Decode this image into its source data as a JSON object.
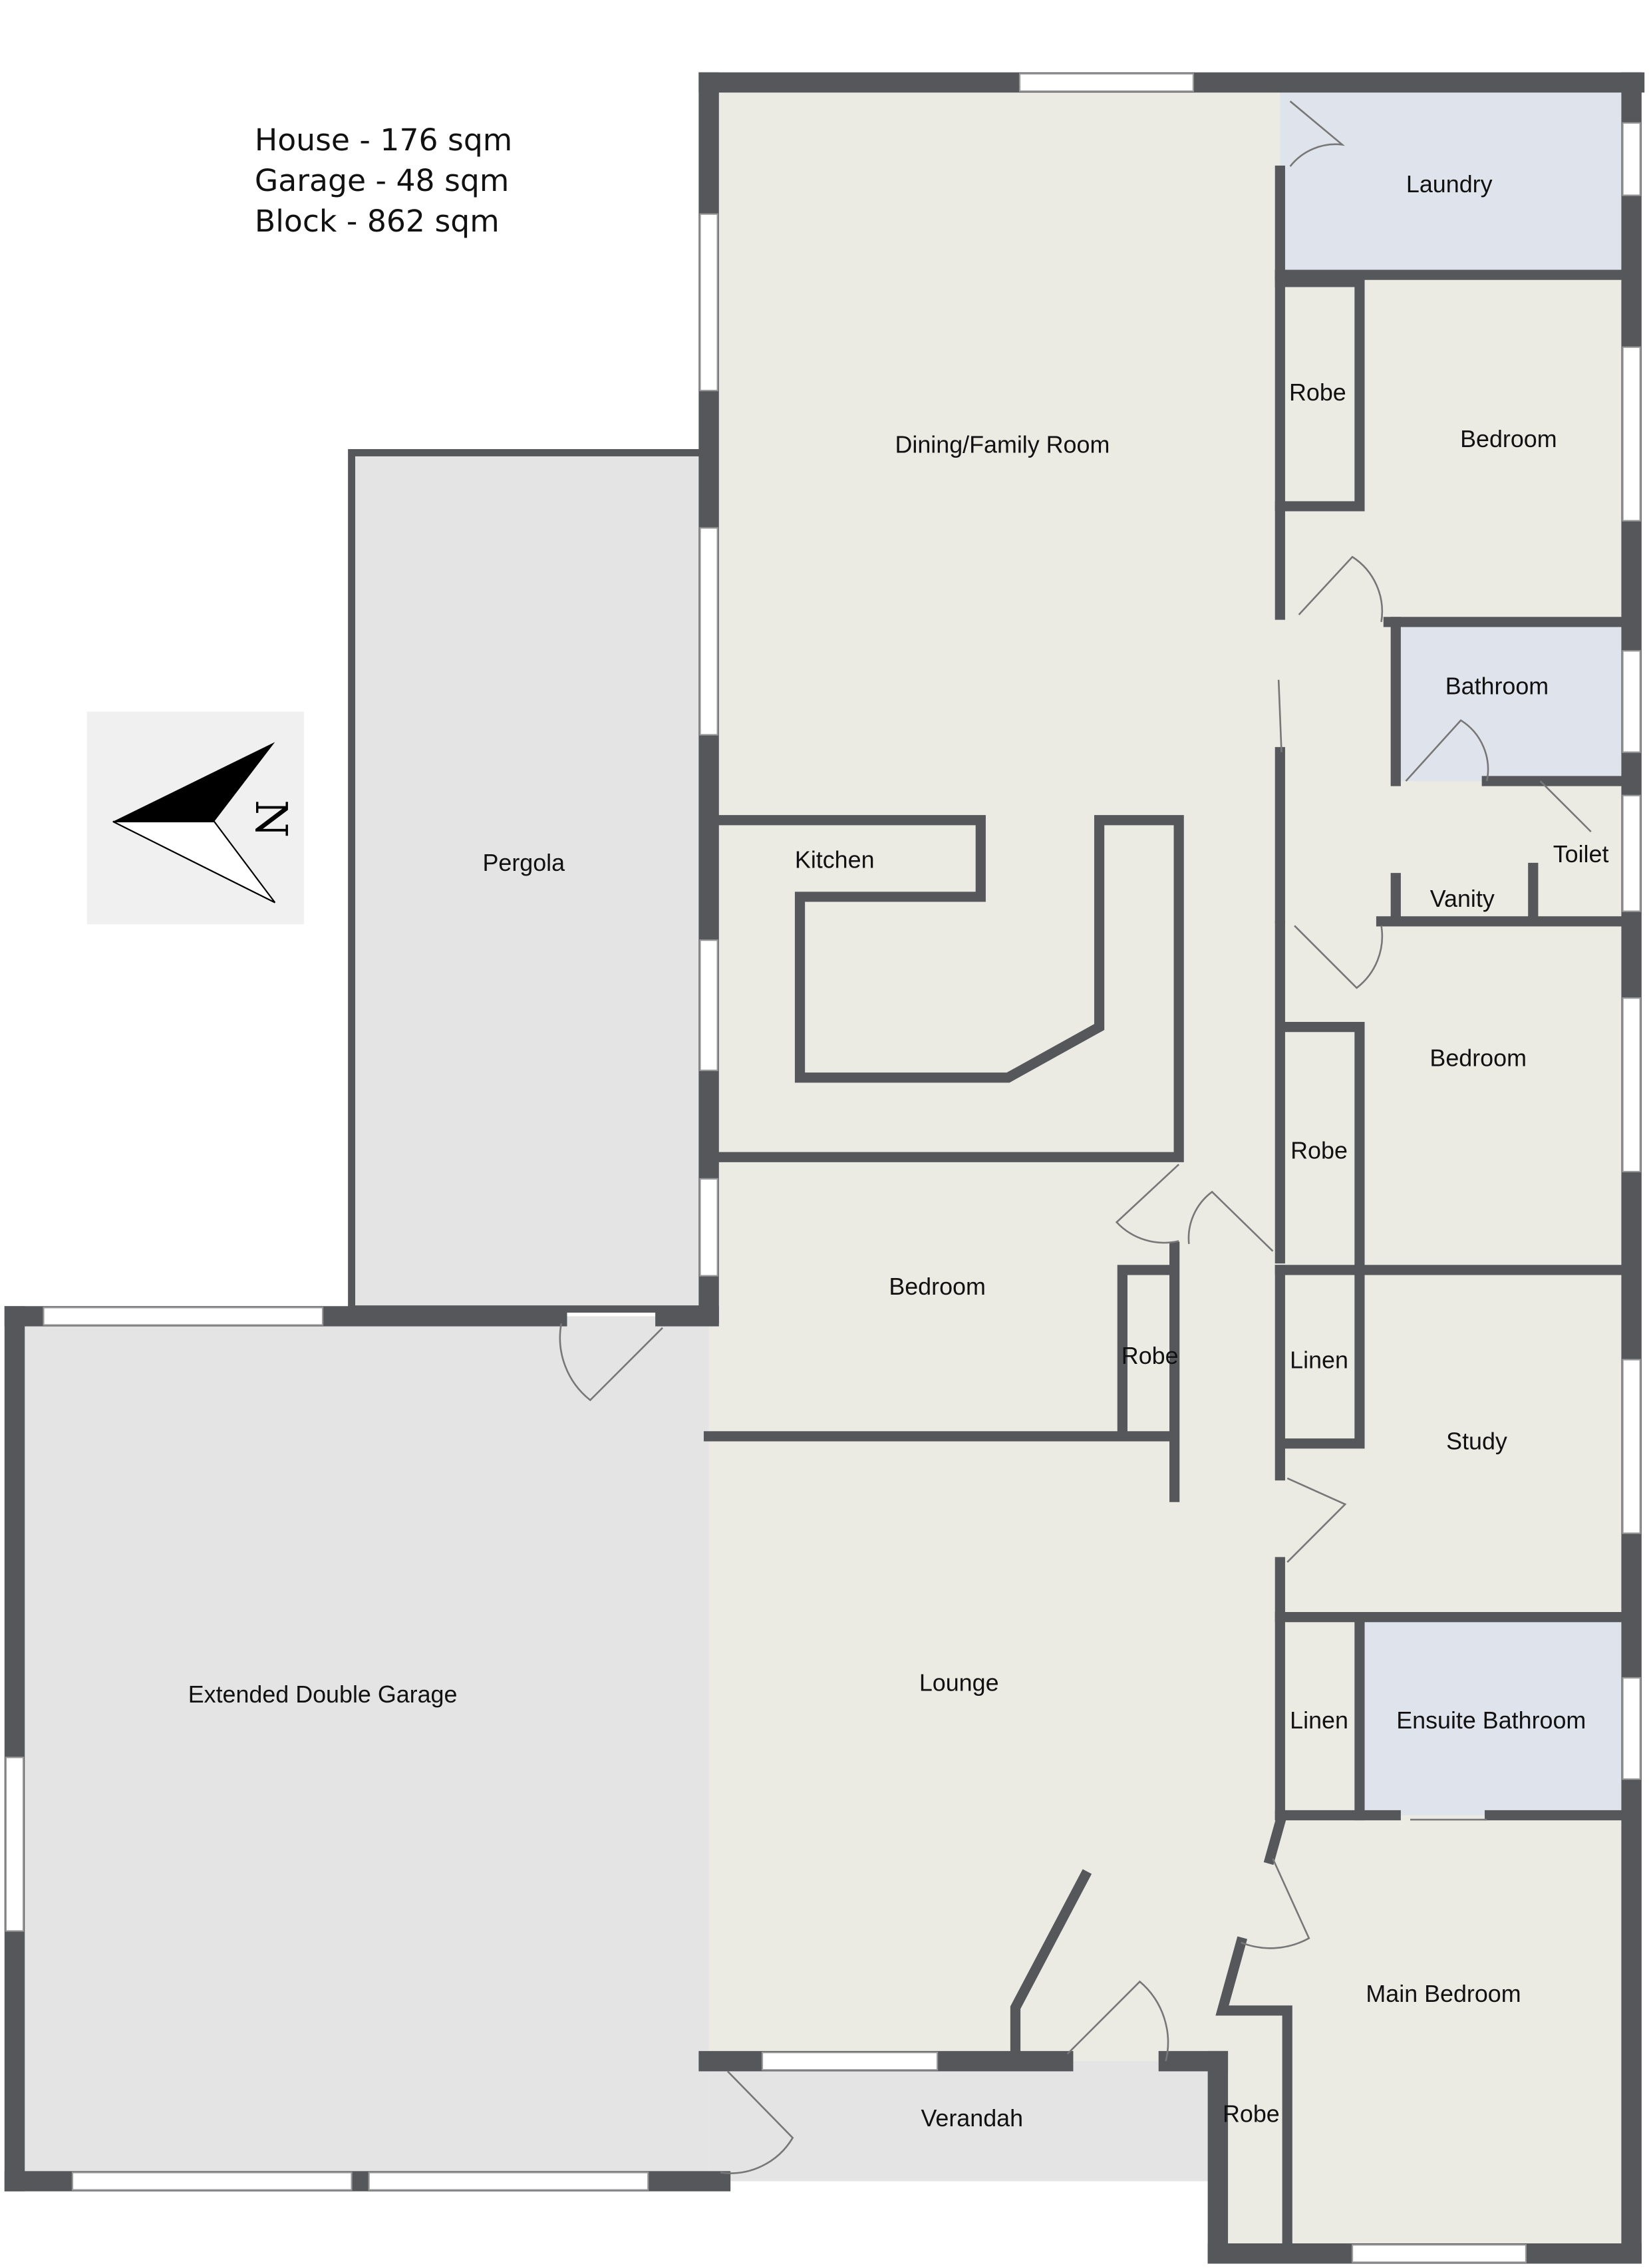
{
  "summary": [
    "House - 176 sqm",
    "Garage - 48 sqm",
    "Block - 862 sqm"
  ],
  "compass": {
    "label": "N",
    "icon": "north-arrow-icon"
  },
  "rooms": {
    "laundry": "Laundry",
    "dining": "Dining/Family Room",
    "robe1": "Robe",
    "bedroom1": "Bedroom",
    "bathroom": "Bathroom",
    "toilet": "Toilet",
    "vanity": "Vanity",
    "pergola": "Pergola",
    "kitchen": "Kitchen",
    "bedroom2": "Bedroom",
    "robe2": "Robe",
    "bedroom3": "Bedroom",
    "robe3": "Robe",
    "linen1": "Linen",
    "study": "Study",
    "garage": "Extended Double Garage",
    "lounge": "Lounge",
    "linen2": "Linen",
    "ensuite": "Ensuite Bathroom",
    "main_bedroom": "Main Bedroom",
    "verandah": "Verandah",
    "robe4": "Robe"
  },
  "colors": {
    "wall": "#55575b",
    "floor": "#ebebe4",
    "garage": "#e4e4e4",
    "wet": "#dfe4ec"
  }
}
